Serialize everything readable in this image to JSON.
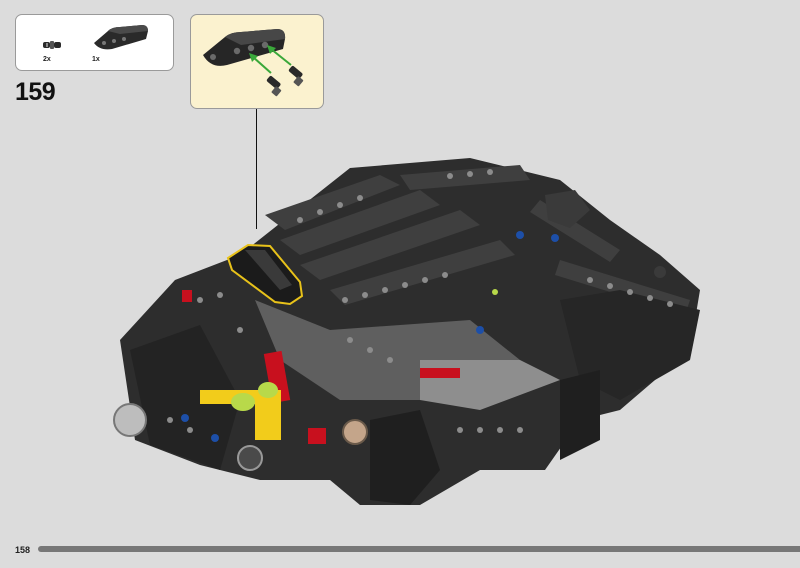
{
  "parts_list": [
    {
      "name": "pin-with-bush",
      "count": "2x"
    },
    {
      "name": "curved-beam-panel",
      "count": "1x"
    }
  ],
  "step": {
    "number": "159"
  },
  "page": {
    "number": "158"
  },
  "colors": {
    "background": "#dcdcdc",
    "callout_background": "#fbf2cf",
    "arrow": "#3aa83a",
    "highlight_outline": "#e8c21a",
    "model_dark": "#2b2b2b",
    "accent_red": "#c8101e",
    "accent_yellow": "#f2cc1b",
    "accent_blue": "#1d4fa8",
    "accent_lime": "#b8d94a",
    "accent_orange": "#f08a24"
  }
}
